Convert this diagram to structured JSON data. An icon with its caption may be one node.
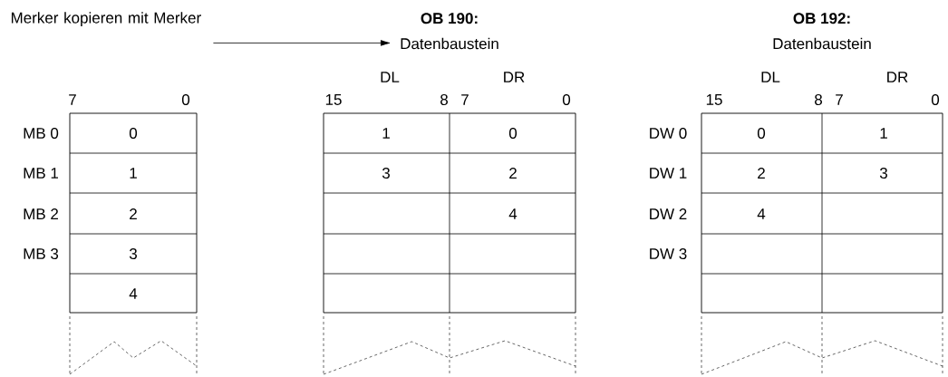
{
  "diagram": {
    "nodes": [
      {
        "text": [
          "Merker kopieren mit Merker"
        ]
      },
      {
        "text": [
          "OB 190:",
          "Datenbaustein"
        ]
      },
      {
        "text": [
          "OB 192:",
          "Datenbaustein"
        ]
      }
    ],
    "edges": [
      {
        "from": 0,
        "to": 1,
        "arrow": "to"
      }
    ],
    "labels": [
      "7",
      "0",
      "MB 0",
      "0",
      "MB 1",
      "1",
      "MB 2",
      "2",
      "MB 3",
      "3",
      "4",
      "DL",
      "DR",
      "15",
      "8",
      "7",
      "0",
      "1",
      "0",
      "3",
      "2",
      "4",
      "DL",
      "DR",
      "15",
      "8",
      "7",
      "0",
      "DW 0",
      "0",
      "1",
      "DW 1",
      "2",
      "3",
      "DW 2",
      "4",
      "DW 3"
    ]
  }
}
